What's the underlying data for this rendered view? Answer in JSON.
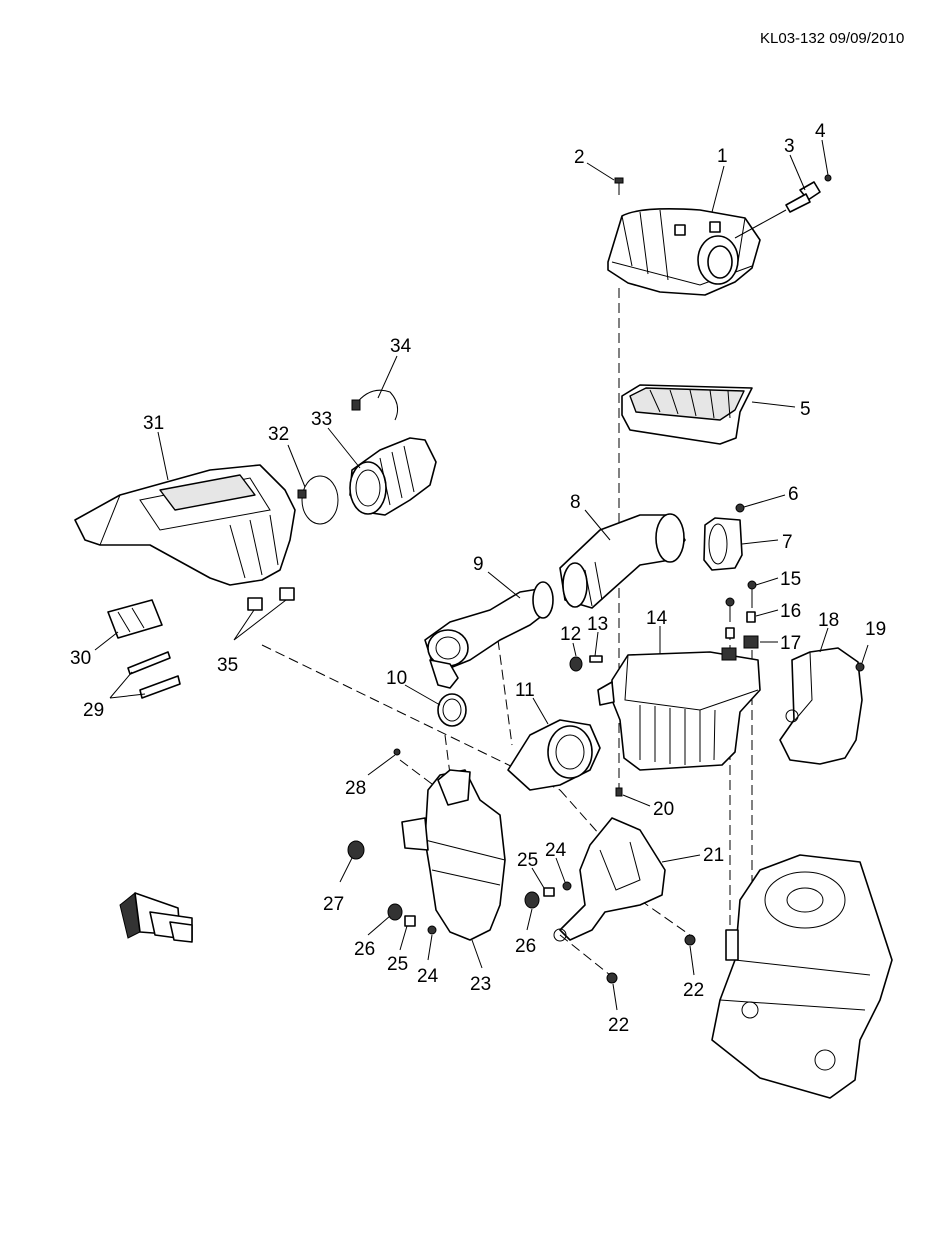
{
  "document_code": "KL03-132 09/09/2010",
  "callouts": [
    {
      "id": "c1",
      "label": "1"
    },
    {
      "id": "c2",
      "label": "2"
    },
    {
      "id": "c3",
      "label": "3"
    },
    {
      "id": "c4",
      "label": "4"
    },
    {
      "id": "c5",
      "label": "5"
    },
    {
      "id": "c6",
      "label": "6"
    },
    {
      "id": "c7",
      "label": "7"
    },
    {
      "id": "c8",
      "label": "8"
    },
    {
      "id": "c9",
      "label": "9"
    },
    {
      "id": "c10",
      "label": "10"
    },
    {
      "id": "c11",
      "label": "11"
    },
    {
      "id": "c12",
      "label": "12"
    },
    {
      "id": "c13",
      "label": "13"
    },
    {
      "id": "c14",
      "label": "14"
    },
    {
      "id": "c15",
      "label": "15"
    },
    {
      "id": "c16",
      "label": "16"
    },
    {
      "id": "c17",
      "label": "17"
    },
    {
      "id": "c18",
      "label": "18"
    },
    {
      "id": "c19",
      "label": "19"
    },
    {
      "id": "c20",
      "label": "20"
    },
    {
      "id": "c21",
      "label": "21"
    },
    {
      "id": "c22a",
      "label": "22"
    },
    {
      "id": "c22b",
      "label": "22"
    },
    {
      "id": "c23",
      "label": "23"
    },
    {
      "id": "c24a",
      "label": "24"
    },
    {
      "id": "c24b",
      "label": "24"
    },
    {
      "id": "c25a",
      "label": "25"
    },
    {
      "id": "c25b",
      "label": "25"
    },
    {
      "id": "c26a",
      "label": "26"
    },
    {
      "id": "c26b",
      "label": "26"
    },
    {
      "id": "c27",
      "label": "27"
    },
    {
      "id": "c28",
      "label": "28"
    },
    {
      "id": "c29",
      "label": "29"
    },
    {
      "id": "c30",
      "label": "30"
    },
    {
      "id": "c31",
      "label": "31"
    },
    {
      "id": "c32",
      "label": "32"
    },
    {
      "id": "c33",
      "label": "33"
    },
    {
      "id": "c34",
      "label": "34"
    },
    {
      "id": "c35",
      "label": "35"
    }
  ]
}
